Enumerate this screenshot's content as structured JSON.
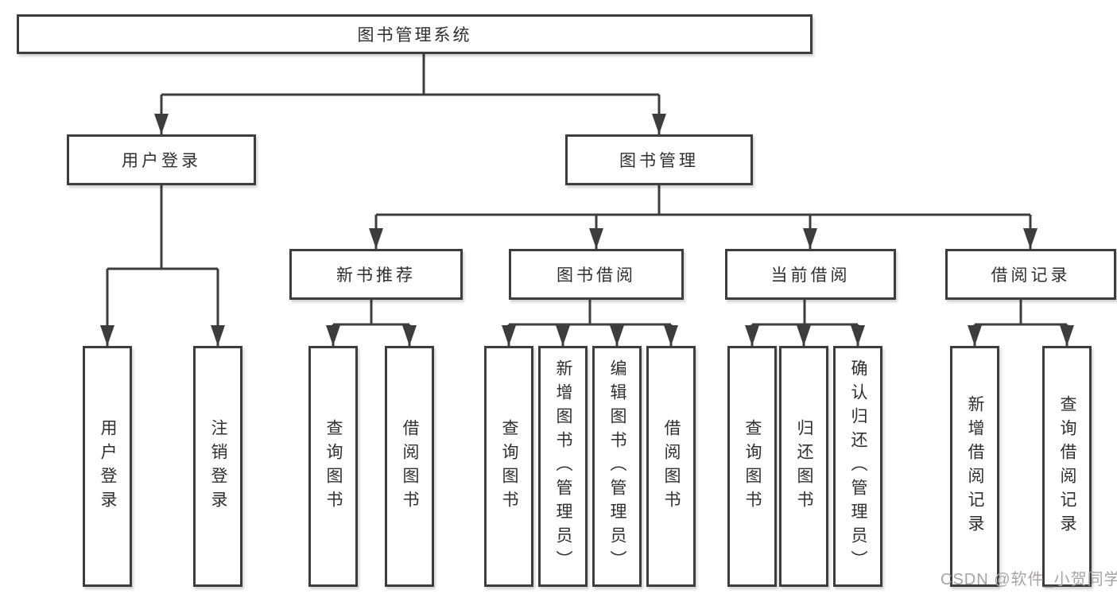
{
  "diagram": {
    "root": {
      "label": "图书管理系统"
    },
    "level2": [
      {
        "label": "用户登录"
      },
      {
        "label": "图书管理"
      }
    ],
    "level3": [
      {
        "label": "新书推荐"
      },
      {
        "label": "图书借阅"
      },
      {
        "label": "当前借阅"
      },
      {
        "label": "借阅记录"
      }
    ],
    "leaves": {
      "user_login": [
        {
          "label": "用户登录"
        },
        {
          "label": "注销登录"
        }
      ],
      "new_book_recommend": [
        {
          "label": "查询图书"
        },
        {
          "label": "借阅图书"
        }
      ],
      "book_borrow": [
        {
          "label": "查询图书"
        },
        {
          "label": "新增图书（管理员）"
        },
        {
          "label": "编辑图书（管理员）"
        },
        {
          "label": "借阅图书"
        }
      ],
      "current_borrow": [
        {
          "label": "查询图书"
        },
        {
          "label": "归还图书"
        },
        {
          "label": "确认归还（管理员）"
        }
      ],
      "borrow_records": [
        {
          "label": "新增借阅记录"
        },
        {
          "label": "查询借阅记录"
        }
      ]
    },
    "watermark": "CSDN @软件_小贺同学",
    "colors": {
      "line": "#3d3d3d",
      "text": "#2f2f2f",
      "watermark": "#a8a2a2",
      "background": "#ffffff"
    }
  }
}
